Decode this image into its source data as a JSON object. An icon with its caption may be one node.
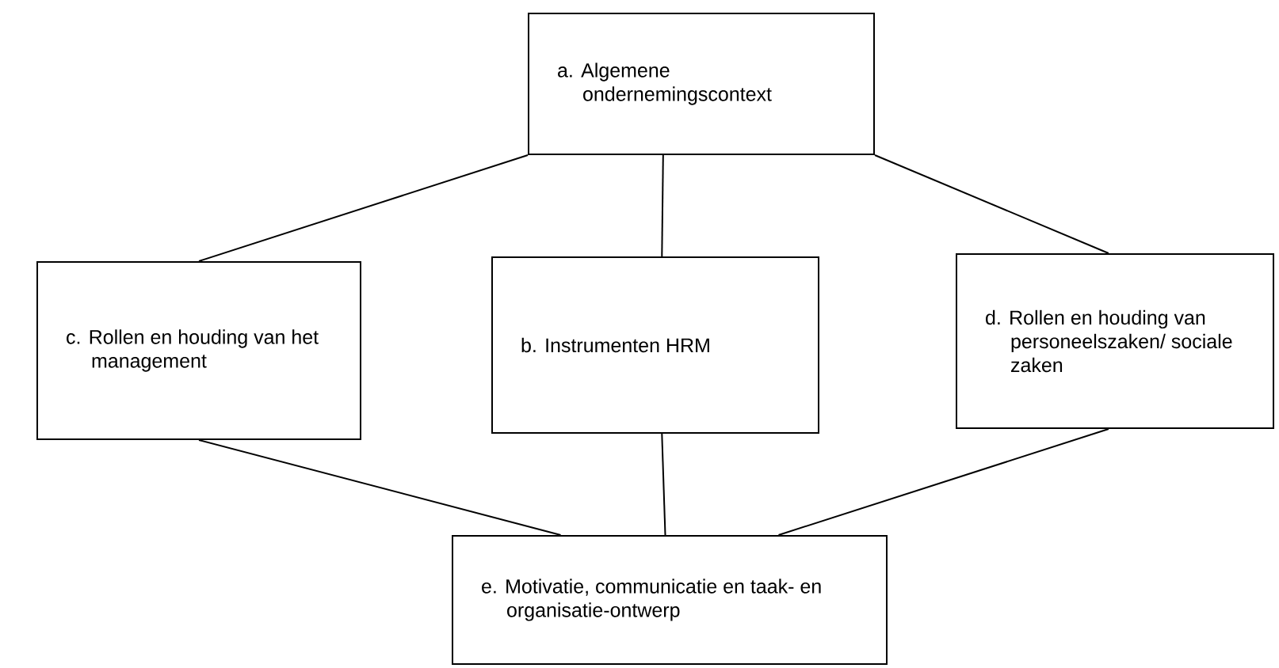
{
  "diagram": {
    "nodes": [
      {
        "text": [
          "a. Algemene ondernemingscontext"
        ]
      },
      {
        "text": [
          "b. Instrumenten HRM"
        ]
      },
      {
        "text": [
          "c. Rollen en houding van het management"
        ]
      },
      {
        "text": [
          "d. Rollen en houding van personeelszaken/ sociale zaken"
        ]
      },
      {
        "text": [
          "e. Motivatie, communicatie en taak- en organisatie-ontwerp"
        ]
      }
    ],
    "edges": [
      {
        "from": 0,
        "to": 2,
        "arrow": "none"
      },
      {
        "from": 0,
        "to": 1,
        "arrow": "none"
      },
      {
        "from": 0,
        "to": 3,
        "arrow": "none"
      },
      {
        "from": 2,
        "to": 4,
        "arrow": "none"
      },
      {
        "from": 1,
        "to": 4,
        "arrow": "none"
      },
      {
        "from": 3,
        "to": 4,
        "arrow": "none"
      }
    ]
  }
}
